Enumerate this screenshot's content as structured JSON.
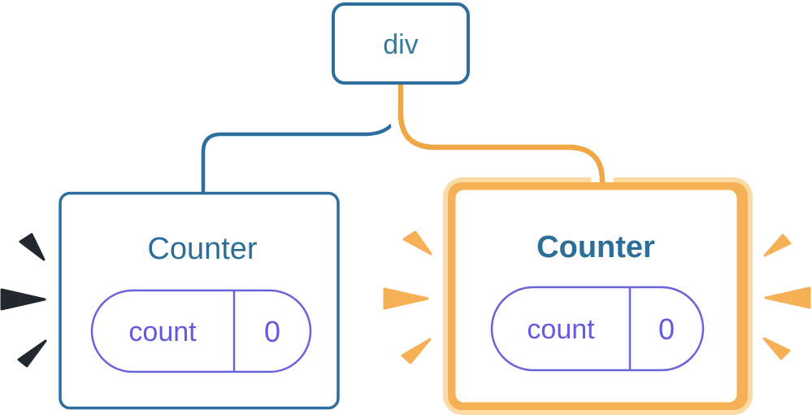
{
  "diagram_title": "react-render-tree",
  "tree": {
    "root": {
      "label": "div"
    },
    "children": [
      {
        "label": "Counter",
        "state": {
          "key": "count",
          "value": "0"
        },
        "highlighted": false,
        "burst": "dark"
      },
      {
        "label": "Counter",
        "state": {
          "key": "count",
          "value": "0"
        },
        "highlighted": true,
        "burst": "orange"
      }
    ]
  },
  "colors": {
    "node_border_blue": "#2D6E9E",
    "root_label_blue": "#35799F",
    "node_label_blue": "#2C6E98",
    "pill_border_purple": "#6B63DB",
    "state_text_purple": "#6459E0",
    "wire_blue": "#2D6E9E",
    "wire_orange": "#F1A644",
    "wire_casing": "#FFFFFF",
    "highlight_border_orange": "#F6B156",
    "highlight_border_pale": "#FBDAA4",
    "burst_dark": "#23272F",
    "burst_orange": "#F6B156",
    "card_fill": "#FFFFFF"
  }
}
